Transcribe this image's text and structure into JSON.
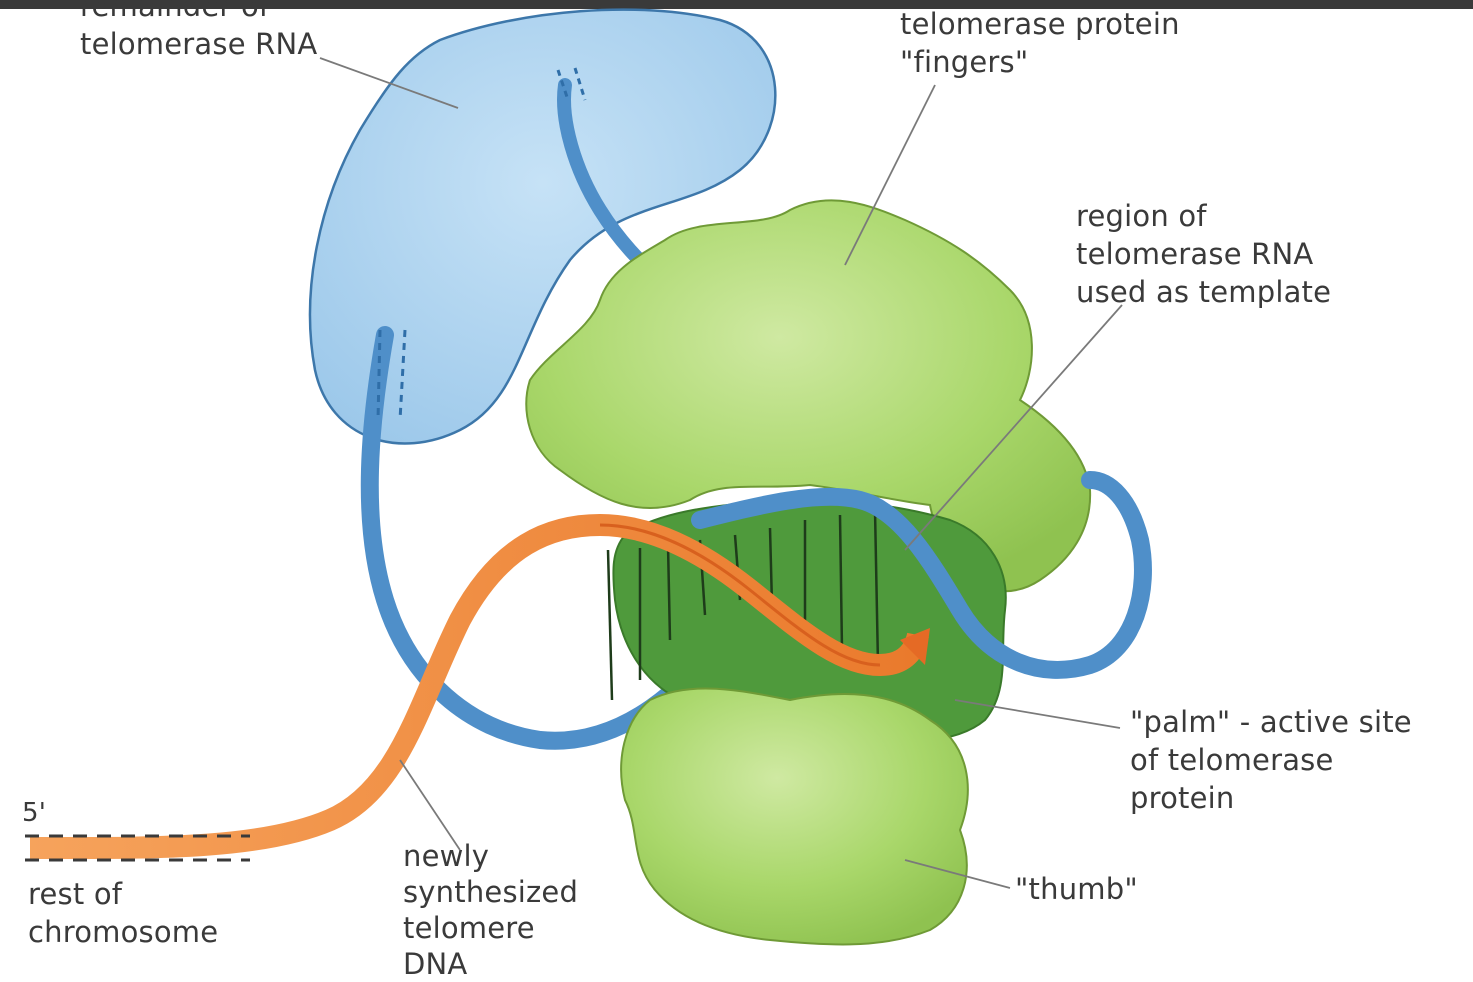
{
  "colors": {
    "rna_fill": "#a9d1ee",
    "rna_outline": "#3d77aa",
    "rna_ribbon": "#4f8fc9",
    "rna_ribbon_dark": "#2f6ea8",
    "protein_fill": "#a9d76a",
    "protein_highlight": "#c9e698",
    "protein_outline": "#6f9a36",
    "palm_fill": "#4f9a3c",
    "dna_ribbon": "#f08a3a",
    "dna_ribbon_dark": "#d8601e",
    "label_text": "#3a3a3a",
    "leader_line": "#7a7a7a"
  },
  "labels": {
    "rna_remainder": [
      "remainder of",
      "telomerase RNA"
    ],
    "fingers": [
      "telomerase protein",
      "\"fingers\""
    ],
    "template_region": [
      "region of",
      "telomerase RNA",
      "used as template"
    ],
    "palm": [
      "\"palm\" - active site",
      "of telomerase",
      "protein"
    ],
    "thumb": "\"thumb\"",
    "five_prime": "5'",
    "rest_of_chromosome": [
      "rest of",
      "chromosome"
    ],
    "new_dna": [
      "newly",
      "synthesized",
      "telomere",
      "DNA"
    ]
  }
}
